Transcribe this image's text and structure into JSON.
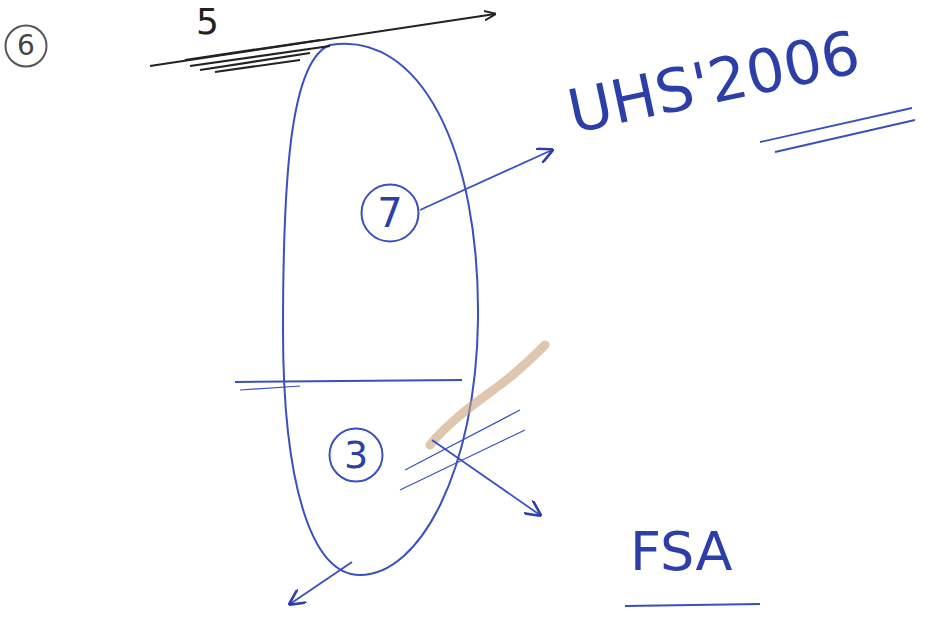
{
  "diagram": {
    "nodes": [
      {
        "text": [
          "6"
        ]
      },
      {
        "text": [
          "7"
        ]
      },
      {
        "text": [
          "3"
        ]
      }
    ],
    "labels": [
      "5",
      "UHS'2006",
      "FSA"
    ]
  }
}
